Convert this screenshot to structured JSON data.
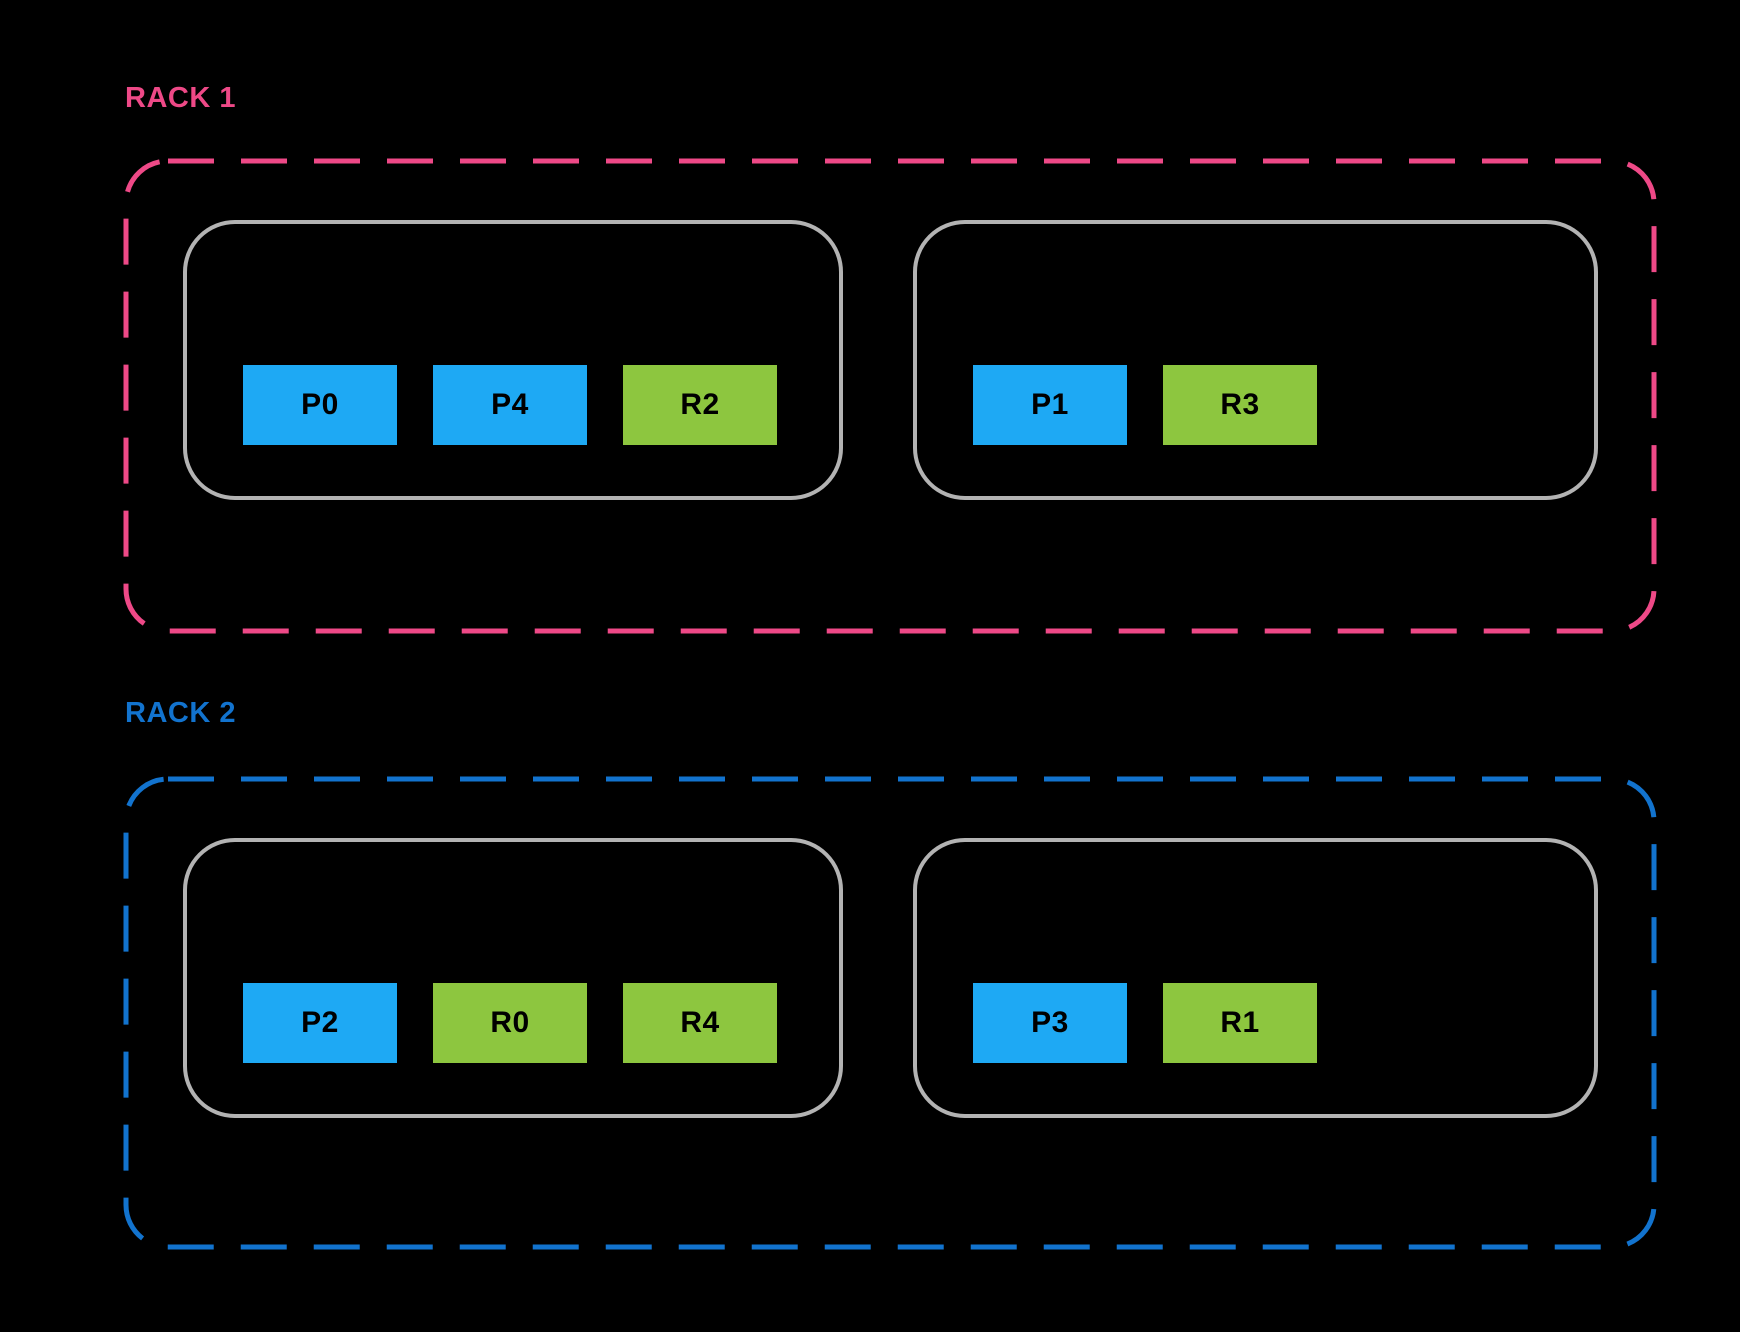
{
  "racks": [
    {
      "label": "RACK 1",
      "accent": "#EE4987",
      "nodes": [
        {
          "chips": [
            {
              "label": "P0",
              "color": "#1EA9F4"
            },
            {
              "label": "P4",
              "color": "#1EA9F4"
            },
            {
              "label": "R2",
              "color": "#8DC63F"
            }
          ]
        },
        {
          "chips": [
            {
              "label": "P1",
              "color": "#1EA9F4"
            },
            {
              "label": "R3",
              "color": "#8DC63F"
            }
          ]
        }
      ]
    },
    {
      "label": "RACK 2",
      "accent": "#1273CE",
      "nodes": [
        {
          "chips": [
            {
              "label": "P2",
              "color": "#1EA9F4"
            },
            {
              "label": "R0",
              "color": "#8DC63F"
            },
            {
              "label": "R4",
              "color": "#8DC63F"
            }
          ]
        },
        {
          "chips": [
            {
              "label": "P3",
              "color": "#1EA9F4"
            },
            {
              "label": "R1",
              "color": "#8DC63F"
            }
          ]
        }
      ]
    }
  ],
  "colors": {
    "background": "#000000",
    "node_border": "#B3B3B3",
    "primary_chip": "#1EA9F4",
    "replica_chip": "#8DC63F",
    "chip_text": "#000000",
    "rack1_accent": "#EE4987",
    "rack2_accent": "#1273CE"
  }
}
